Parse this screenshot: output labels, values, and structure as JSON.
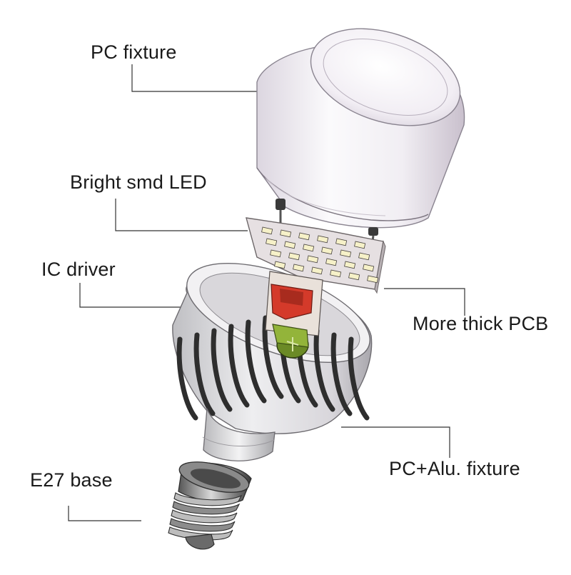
{
  "labels": {
    "pc_fixture": "PC fixture",
    "bright_smd_led": "Bright smd LED",
    "ic_driver": "IC driver",
    "more_thick_pcb": "More thick PCB",
    "pc_alu_fixture": "PC+Alu. fixture",
    "e27_base": "E27 base"
  },
  "colors": {
    "leader_line": "#333333",
    "fixture_light": "#f4f2f6",
    "fixture_shade": "#d9d3dc",
    "metal_dark": "#2e2e2e",
    "metal_mid": "#9a9a9a",
    "pcb": "#e2dcdc",
    "led_chip": "#f6f1c8",
    "driver_red": "#d43a2a",
    "capacitor_green": "#7a9a2c"
  }
}
